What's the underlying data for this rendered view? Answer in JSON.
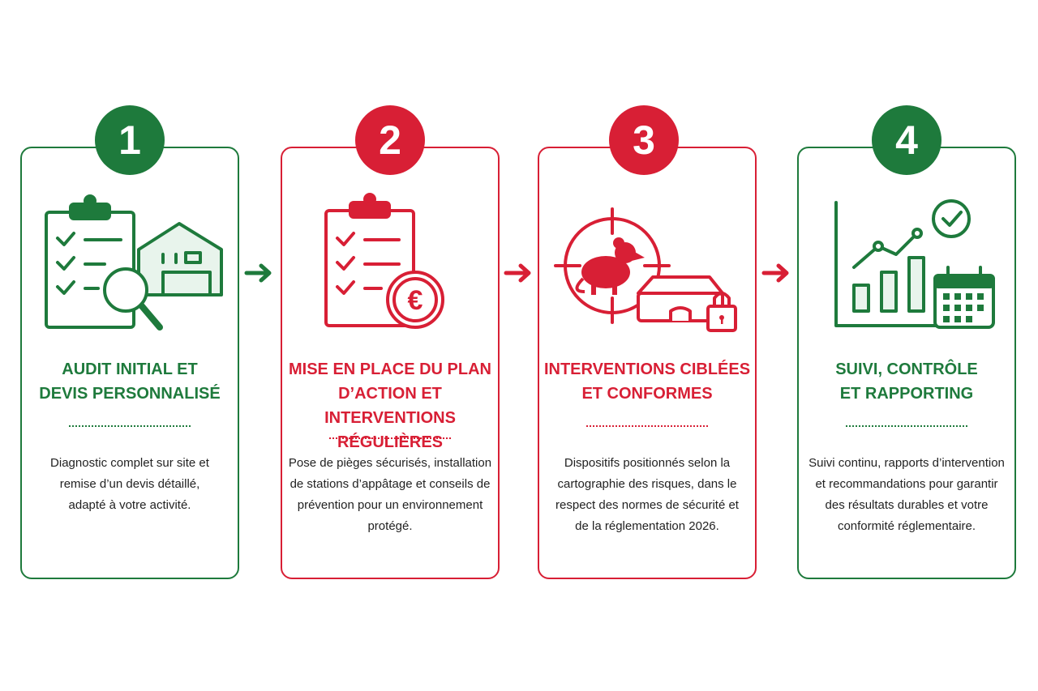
{
  "steps": [
    {
      "number": "1",
      "color": "#1e7a3c",
      "icon": "clipboard-magnifier-building-icon",
      "title_lines": [
        "AUDIT INITIAL ET",
        "DEVIS PERSONNALISÉ"
      ],
      "desc_lines": [
        "Diagnostic complet sur site et",
        "remise d’un devis détaillé,",
        "adapté à votre activité."
      ]
    },
    {
      "number": "2",
      "color": "#d81f35",
      "icon": "clipboard-euro-icon",
      "title_lines": [
        "MISE EN PLACE DU PLAN",
        "D’ACTION ET INTERVENTIONS",
        "RÉGULIÈRES"
      ],
      "desc_lines": [
        "Pose de pièges sécurisés, installation",
        "de stations d’appâtage et conseils de",
        "prévention pour un environnement",
        "protégé."
      ]
    },
    {
      "number": "3",
      "color": "#d81f35",
      "icon": "rodent-target-bait-station-icon",
      "title_lines": [
        "INTERVENTIONS CIBLÉES",
        "ET CONFORMES"
      ],
      "desc_lines": [
        "Dispositifs positionnés selon la",
        "cartographie des risques, dans le",
        "respect des normes de sécurité et",
        "de la réglementation 2026."
      ]
    },
    {
      "number": "4",
      "color": "#1e7a3c",
      "icon": "chart-check-calendar-icon",
      "title_lines": [
        "SUIVI, CONTRÔLE",
        "ET RAPPORTING"
      ],
      "desc_lines": [
        "Suivi continu, rapports d’intervention",
        "et recommandations pour garantir",
        "des résultats durables et votre",
        "conformité réglementaire."
      ]
    }
  ],
  "arrows": [
    {
      "icon": "arrow-right-icon",
      "color": "#1e7a3c"
    },
    {
      "icon": "arrow-right-icon",
      "color": "#d81f35"
    },
    {
      "icon": "arrow-right-icon",
      "color": "#d81f35"
    }
  ]
}
